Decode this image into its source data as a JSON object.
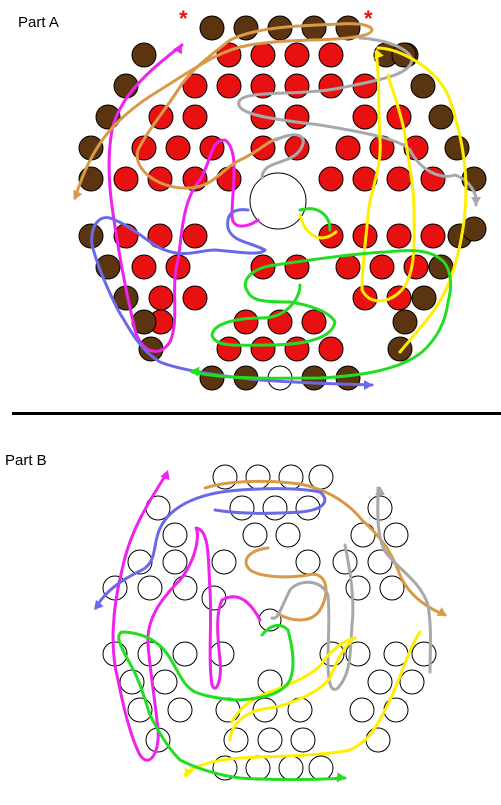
{
  "labels": {
    "part_a": "Part A",
    "part_b": "Part B",
    "star": "*"
  },
  "colors": {
    "red_hole": "#e81010",
    "brown_hole": "#5a3510",
    "empty_hole": "#ffffff",
    "hole_outline": "#000000",
    "path_magenta": "#ee22ee",
    "path_orange": "#d89a48",
    "path_gray": "#a8a8a8",
    "path_yellow": "#ffee00",
    "path_blue": "#6a6ae8",
    "path_green": "#22dd22"
  },
  "paths": [
    "magenta",
    "orange",
    "gray",
    "yellow",
    "blue",
    "green"
  ]
}
